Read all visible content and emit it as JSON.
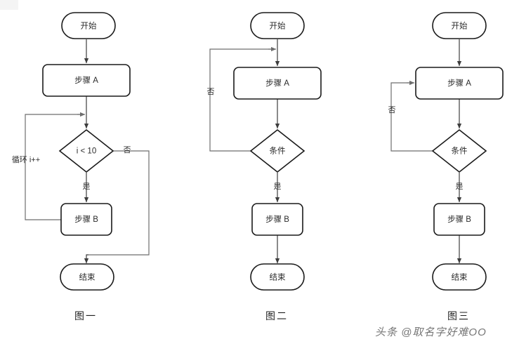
{
  "page": {
    "background_color": "#ffffff",
    "shape_stroke_color": "#1a1a1a",
    "connector_color": "#3d3d3d",
    "text_color": "#2b2b2b",
    "watermark": "头条 @取名字好难OO"
  },
  "diagrams": [
    {
      "caption": "图一",
      "nodes": {
        "start": "开始",
        "step_a": "步骤 A",
        "decision": "i < 10",
        "step_b": "步骤 B",
        "end": "结束"
      },
      "edges": {
        "yes": "是",
        "no": "否",
        "loop": "循环 i++"
      }
    },
    {
      "caption": "图二",
      "nodes": {
        "start": "开始",
        "step_a": "步骤 A",
        "decision": "条件",
        "step_b": "步骤 B",
        "end": "结束"
      },
      "edges": {
        "yes": "是",
        "no": "否"
      }
    },
    {
      "caption": "图三",
      "nodes": {
        "start": "开始",
        "step_a": "步骤 A",
        "decision": "条件",
        "step_b": "步骤 B",
        "end": "结束"
      },
      "edges": {
        "yes": "是",
        "no": "否"
      }
    }
  ]
}
